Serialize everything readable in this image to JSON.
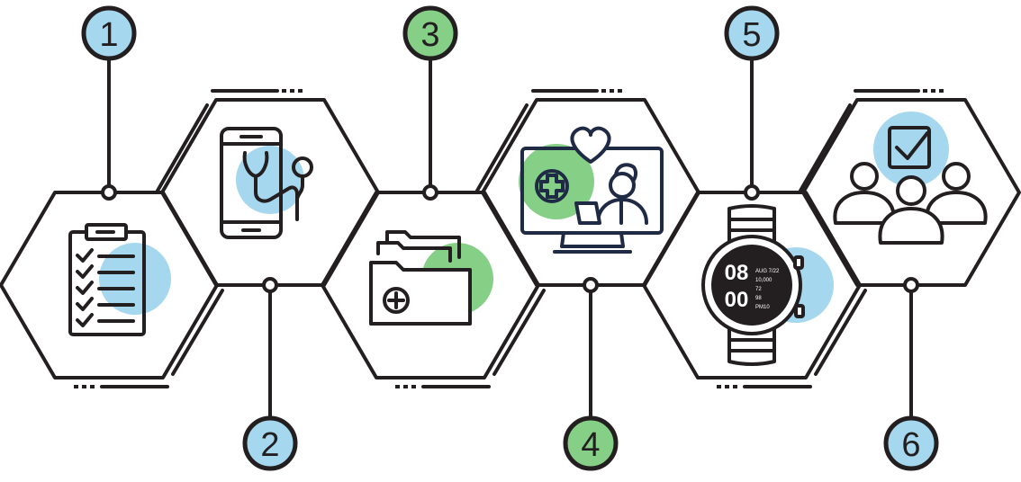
{
  "colors": {
    "outline": "#231f20",
    "blue_accent": "#a5d8ee",
    "green_accent": "#86cf86",
    "icon_stroke": "#1f2a44",
    "background": "#ffffff"
  },
  "steps": [
    {
      "number": "1",
      "color": "blue",
      "icon": "clipboard-checklist-icon"
    },
    {
      "number": "2",
      "color": "blue",
      "icon": "phone-stethoscope-icon"
    },
    {
      "number": "3",
      "color": "green",
      "icon": "medical-folder-icon"
    },
    {
      "number": "4",
      "color": "green",
      "icon": "telemedicine-monitor-icon"
    },
    {
      "number": "5",
      "color": "blue",
      "icon": "smartwatch-icon"
    },
    {
      "number": "6",
      "color": "blue",
      "icon": "team-approval-icon"
    }
  ],
  "watch_display": {
    "hour": "08",
    "minute": "00",
    "lines": [
      "AUG 7/22",
      "10,000",
      "72",
      "98",
      "PM10"
    ]
  }
}
